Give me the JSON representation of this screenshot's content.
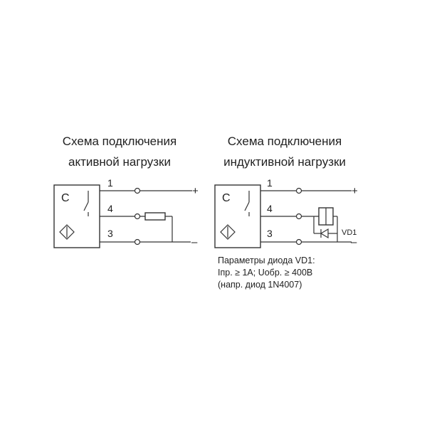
{
  "left": {
    "title_line1": "Схема подключения",
    "title_line2": "активной нагрузки",
    "sensor_label": "C",
    "pin1": "1",
    "pin4": "4",
    "pin3": "3",
    "plus": "+",
    "minus": "–"
  },
  "right": {
    "title_line1": "Схема подключения",
    "title_line2": "индуктивной нагрузки",
    "sensor_label": "C",
    "pin1": "1",
    "pin4": "4",
    "pin3": "3",
    "plus": "+",
    "minus": "–",
    "diode_label": "VD1",
    "note_line1": "Параметры диода VD1:",
    "note_line2": "Iпр. ≥ 1A; Uобр. ≥ 400B",
    "note_line3": "(напр. диод 1N4007)"
  }
}
